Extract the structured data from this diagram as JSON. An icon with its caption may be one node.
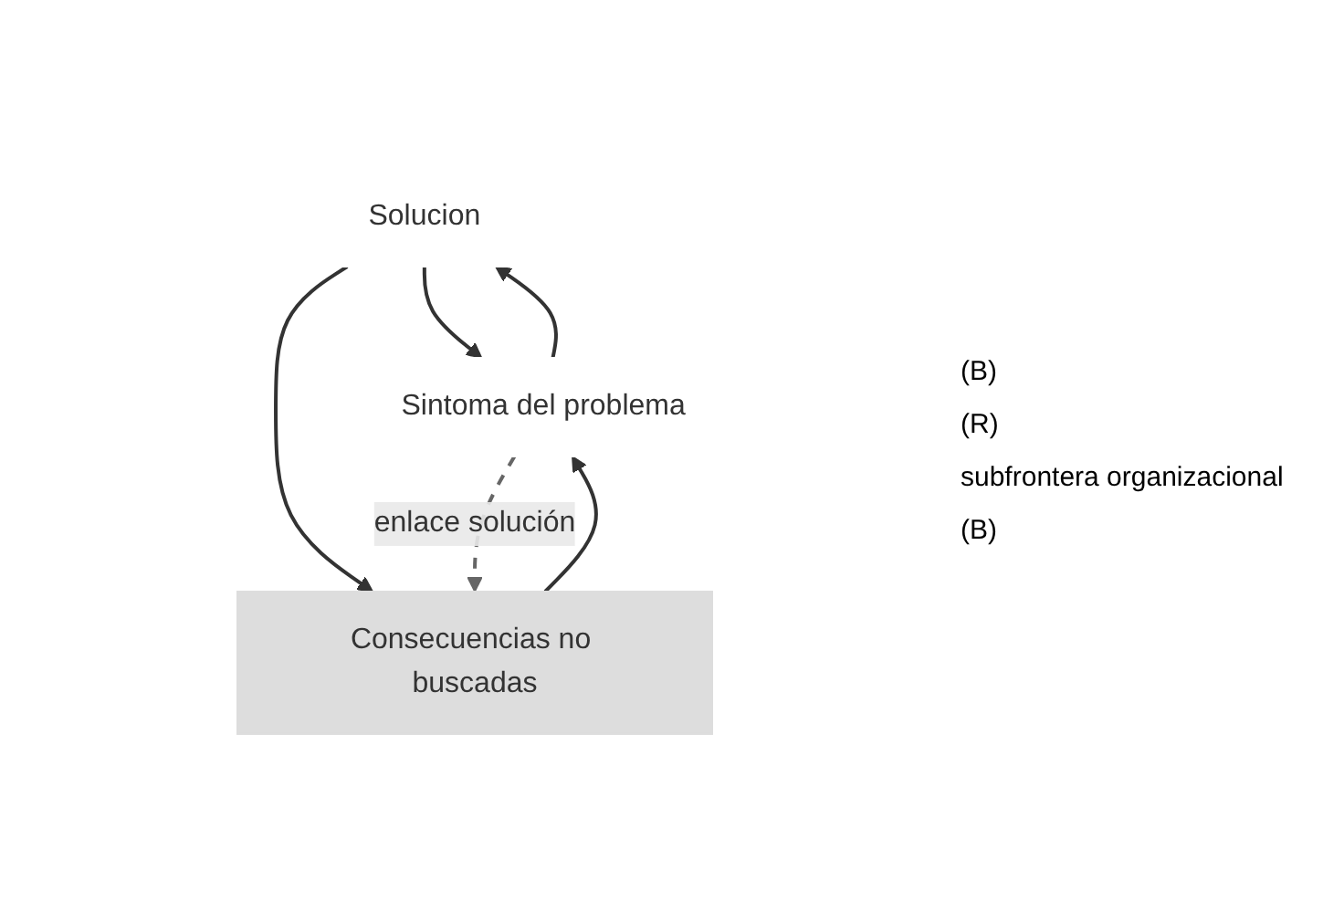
{
  "diagram": {
    "nodes": [
      {
        "text": [
          "Solucion"
        ]
      },
      {
        "text": [
          "Sintoma del problema"
        ]
      },
      {
        "text": [
          "Consecuencias no buscadas"
        ]
      }
    ],
    "edges": [
      {
        "from": 1,
        "to": 0,
        "arrow": "to"
      },
      {
        "from": 0,
        "to": 1,
        "arrow": "to"
      },
      {
        "from": 0,
        "to": 2,
        "arrow": "to"
      },
      {
        "from": 1,
        "to": 2,
        "arrow": "to",
        "label": "enlace solución",
        "style": "dashed",
        "color": "#666666"
      },
      {
        "from": 2,
        "to": 1,
        "arrow": "to"
      }
    ],
    "labels": [
      "(B)",
      "(R)",
      "subfrontera organizacional",
      "(B)"
    ]
  }
}
